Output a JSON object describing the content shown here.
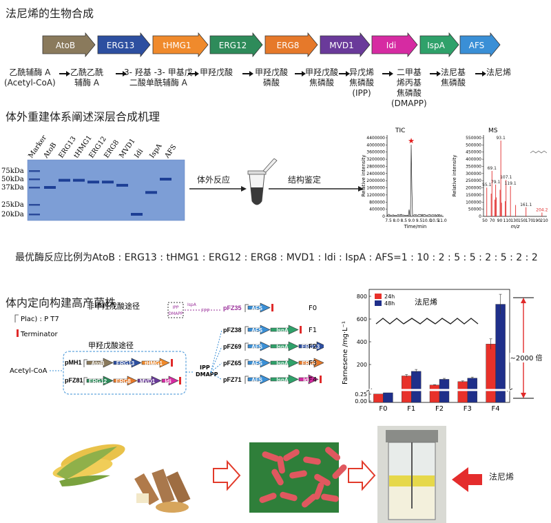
{
  "section1": {
    "title": "法尼烯的生物合成",
    "enzymes": [
      {
        "label": "AtoB",
        "color": "#8a7a5c"
      },
      {
        "label": "ERG13",
        "color": "#2d4fa0"
      },
      {
        "label": "tHMG1",
        "color": "#f08a2c"
      },
      {
        "label": "ERG12",
        "color": "#2e8b5a"
      },
      {
        "label": "ERG8",
        "color": "#e6792a"
      },
      {
        "label": "MVD1",
        "color": "#6a3a9a"
      },
      {
        "label": "Idi",
        "color": "#d62ba2"
      },
      {
        "label": "IspA",
        "color": "#2fa16a"
      },
      {
        "label": "AFS",
        "color": "#3a8fd6"
      }
    ],
    "compounds": [
      {
        "line1": "乙酰辅酶 A",
        "line2": "(Acetyl-CoA)"
      },
      {
        "line1": "乙酰乙酰",
        "line2": "辅酶 A"
      },
      {
        "line1": "3- 羟基 -3- 甲基戊",
        "line2": "二酸单酰辅酶 A"
      },
      {
        "line1": "甲羟戊酸",
        "line2": ""
      },
      {
        "line1": "甲羟戊酸",
        "line2": "磷酸"
      },
      {
        "line1": "甲羟戊酸",
        "line2": "焦磷酸"
      },
      {
        "line1": "异戊烯",
        "line2": "焦磷酸",
        "line3": "(IPP)"
      },
      {
        "line1": "二甲基",
        "line2": "烯丙基",
        "line3": "焦磷酸",
        "line4": "(DMAPP)"
      },
      {
        "line1": "法尼基",
        "line2": "焦磷酸"
      },
      {
        "line1": "法尼烯",
        "line2": ""
      }
    ]
  },
  "section2": {
    "title": "体外重建体系阐述深层合成机理",
    "gel": {
      "lane_labels": [
        "Marker",
        "AtoB",
        "ERG13",
        "tHMG1",
        "ERG12",
        "ERG8",
        "MVD1",
        "Idi",
        "IspA",
        "AFS"
      ],
      "markers": [
        "75kDa",
        "50kDa",
        "37kDa",
        "25kDa",
        "20kDa"
      ],
      "band_kda": [
        37,
        48,
        48,
        45,
        45,
        40,
        20,
        33,
        50
      ]
    },
    "step1": "体外反应",
    "step2": "结构鉴定",
    "tic": {
      "title": "TIC",
      "ylabel": "Relative intensity",
      "xlabel": "Time/min",
      "yticks": [
        "4400000",
        "4000000",
        "3600000",
        "3200000",
        "2800000",
        "2400000",
        "2000000",
        "1600000",
        "1200000",
        "800000",
        "400000",
        "0"
      ],
      "xticks": [
        "7.5",
        "8.0",
        "8.5",
        "9.0",
        "9.5",
        "10.0",
        "10.5",
        "11.0"
      ]
    },
    "ms": {
      "title": "MS",
      "ylabel": "Relative intensity",
      "xlabel": "m/z",
      "yticks": [
        "550000",
        "500000",
        "450000",
        "400000",
        "350000",
        "300000",
        "250000",
        "200000",
        "150000",
        "100000",
        "50000",
        "0"
      ],
      "xticks": [
        "50",
        "70",
        "90",
        "110",
        "130",
        "150",
        "170",
        "190",
        "210"
      ],
      "peak_labels": [
        "93.1",
        "69.1",
        "55.1",
        "79.1",
        "107.1",
        "119.1",
        "161.1",
        "204.2"
      ]
    }
  },
  "ratio_text": "最优酶反应比例为AtoB : ERG13 : tHMG1 : ERG12 : ERG8 : MVD1 : Idi : IspA : AFS=1 : 10 : 2 : 5 : 5 : 2 : 5 : 2 : 2",
  "section3": {
    "title": "体内定向构建高产菌株",
    "legend_promoter": "Plac) : P T7",
    "legend_terminator": "Terminator",
    "non_mva": "非甲羟戊酸途径",
    "mva": "甲羟戊酸途径",
    "acetyl": "Acetyl-CoA",
    "ipp_dmapp": "IPP DMAPP",
    "ipp": "IPP",
    "dmapp": "DMAPP",
    "ispa_small": "IspA",
    "fpp": "FPP",
    "plasmids": {
      "pmh1": "pMH1",
      "pfz81": "pFZ81",
      "pfz35": "pFZ35",
      "pfz38": "pFZ38",
      "pfz69": "pFZ69",
      "pfz65": "pFZ65",
      "pfz71": "pFZ71"
    },
    "genes": {
      "atob": "AtoB",
      "erg13": "ERG13",
      "thmg1": "tHMG1",
      "erg12": "ERG12",
      "erg8": "ERG8",
      "mvd1": "MVD1",
      "idi": "Idi",
      "afs": "AFS",
      "ispa": "IspA"
    },
    "strains": [
      "F0",
      "F1",
      "F2",
      "F3",
      "F4"
    ]
  },
  "chart_data": {
    "type": "bar",
    "categories": [
      "F0",
      "F1",
      "F2",
      "F3",
      "F4"
    ],
    "series": [
      {
        "name": "24h",
        "values": [
          0.3,
          100,
          20,
          50,
          380
        ],
        "color": "#e8312a"
      },
      {
        "name": "48h",
        "values": [
          0.35,
          140,
          70,
          80,
          730
        ],
        "color": "#1f2f8a"
      }
    ],
    "ylabel": "Farnesene /mg·L⁻¹",
    "yticks": [
      "800",
      "600",
      "400",
      "200",
      "0.25",
      "0.00"
    ],
    "annotation_title": "法尼烯",
    "fold_label": "~2000 倍"
  },
  "section4": {
    "product_label": "法尼烯"
  }
}
